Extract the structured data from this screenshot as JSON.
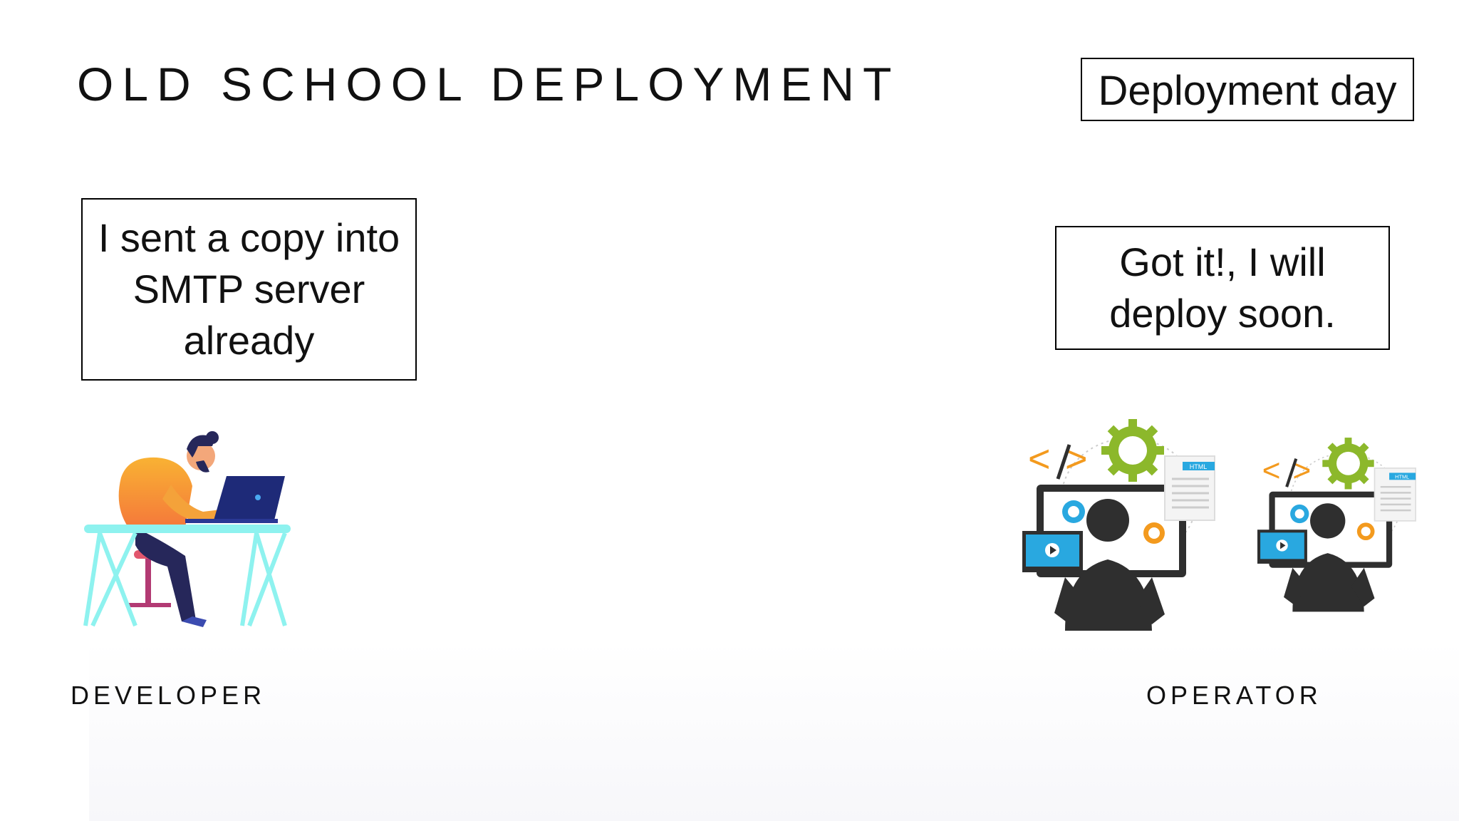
{
  "slide": {
    "title": "OLD SCHOOL DEPLOYMENT",
    "badge": "Deployment day"
  },
  "developer": {
    "speech_lines": [
      "I sent a copy into",
      "SMTP server",
      "already"
    ],
    "role_label": "DEVELOPER"
  },
  "operator": {
    "speech_lines": [
      "Got it!, I will",
      "deploy soon."
    ],
    "role_label": "OPERATOR",
    "html_tag": "HTML"
  },
  "colors": {
    "text": "#111111",
    "desk": "#8ef2ef",
    "shirt_top": "#f9b233",
    "shirt_bottom": "#f4743b",
    "laptop": "#1e2a78",
    "gear_green": "#8cb82b",
    "gear_orange": "#f39a1e",
    "gear_blue": "#29a8e0",
    "code_orange": "#f39a1e",
    "operator_dark": "#2f2f2f"
  },
  "icons": [
    "developer-illustration",
    "operator-illustration"
  ]
}
